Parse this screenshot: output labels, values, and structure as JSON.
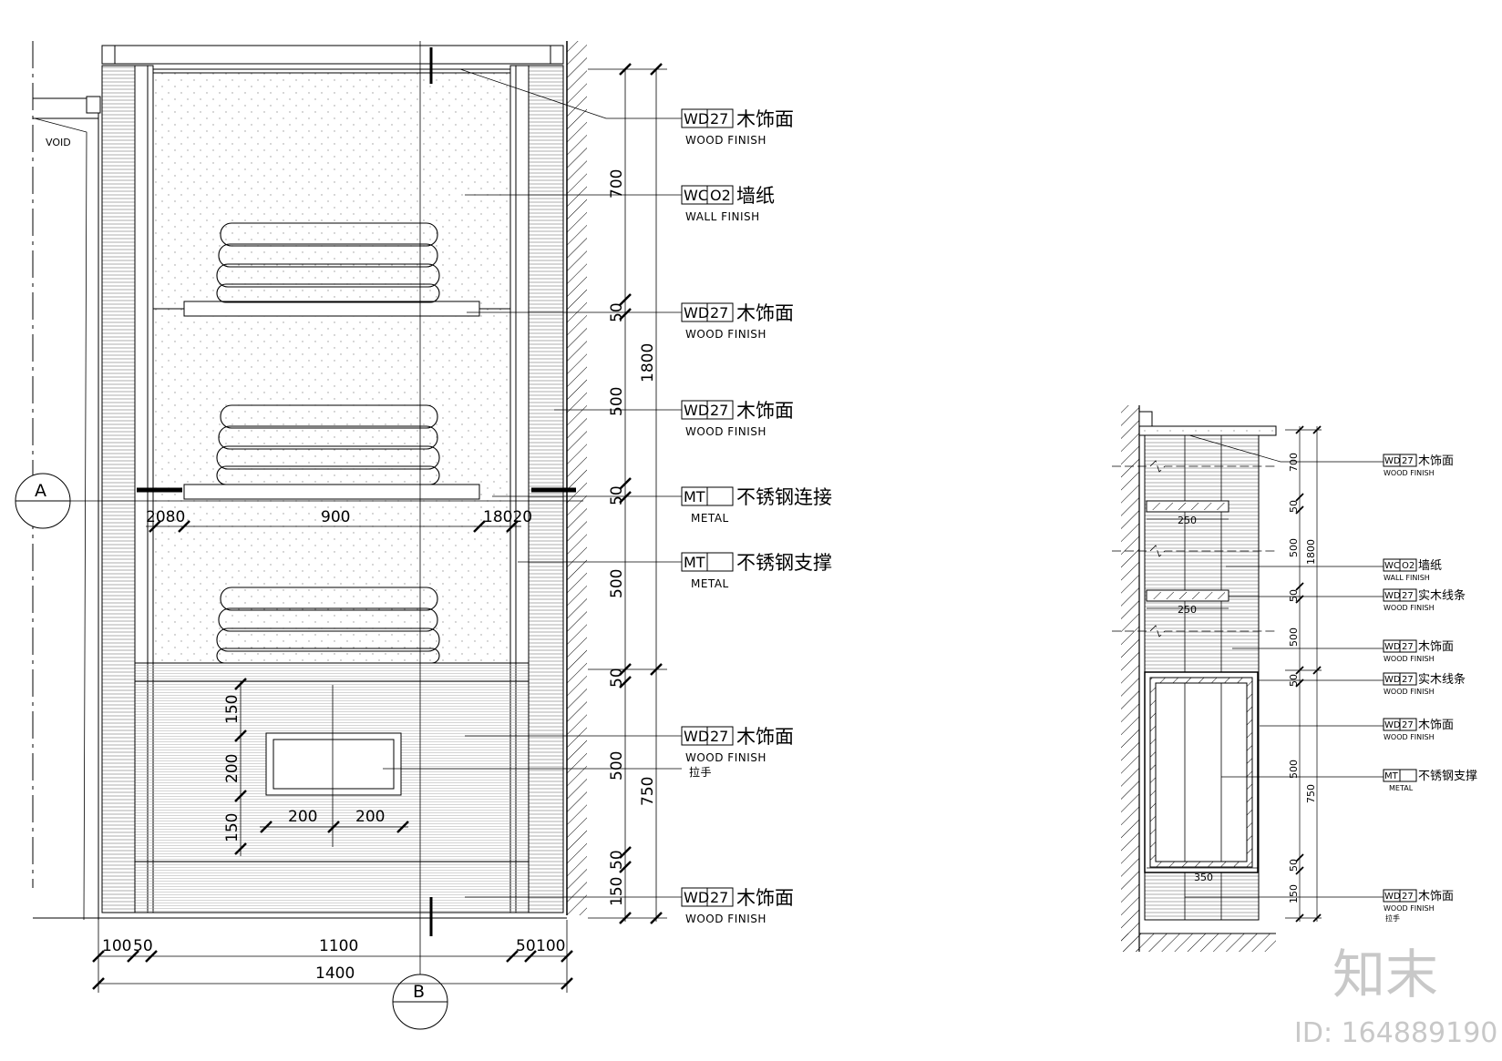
{
  "main_elevation": {
    "void_label": "VOID",
    "section_marks": {
      "a": "A",
      "b": "B"
    },
    "callouts": [
      {
        "code": "WD",
        "num": "27",
        "cn": "木饰面",
        "en": "WOOD FINISH"
      },
      {
        "code": "WC",
        "num": "O2",
        "cn": "墙纸",
        "en": "WALL FINISH"
      },
      {
        "code": "WD",
        "num": "27",
        "cn": "木饰面",
        "en": "WOOD FINISH"
      },
      {
        "code": "WD",
        "num": "27",
        "cn": "木饰面",
        "en": "WOOD FINISH"
      },
      {
        "code": "MT",
        "num": "",
        "cn": "不锈钢连接",
        "en": "METAL"
      },
      {
        "code": "MT",
        "num": "",
        "cn": "不锈钢支撑",
        "en": "METAL"
      },
      {
        "code": "WD",
        "num": "27",
        "cn": "木饰面",
        "en": "WOOD FINISH"
      },
      {
        "code": "WD",
        "num": "27",
        "cn": "木饰面",
        "en": "WOOD FINISH"
      }
    ],
    "handle_label": "拉手",
    "vertical_dims": [
      "700",
      "50",
      "500",
      "50",
      "500",
      "50",
      "500",
      "50",
      "150"
    ],
    "overall_dims": [
      "1800",
      "750"
    ],
    "rail_dims": {
      "left": "2080",
      "mid": "900",
      "right": "18020"
    },
    "drawer_dims": {
      "v1": "150",
      "v2": "200",
      "v3": "150",
      "h1": "200",
      "h2": "200"
    },
    "bottom_dims": {
      "d1": "100",
      "d2": "50",
      "d3": "1100",
      "d4": "50",
      "d5": "100",
      "total": "1400"
    }
  },
  "section": {
    "callouts": [
      {
        "code": "WD",
        "num": "27",
        "cn": "木饰面",
        "en": "WOOD FINISH"
      },
      {
        "code": "WC",
        "num": "O2",
        "cn": "墙纸",
        "en": "WALL FINISH"
      },
      {
        "code": "WD",
        "num": "27",
        "cn": "实木线条",
        "en": "WOOD FINISH"
      },
      {
        "code": "WD",
        "num": "27",
        "cn": "木饰面",
        "en": "WOOD FINISH"
      },
      {
        "code": "WD",
        "num": "27",
        "cn": "实木线条",
        "en": "WOOD FINISH"
      },
      {
        "code": "WD",
        "num": "27",
        "cn": "木饰面",
        "en": "WOOD FINISH"
      },
      {
        "code": "MT",
        "num": "",
        "cn": "不锈钢支撑",
        "en": "METAL"
      },
      {
        "code": "WD",
        "num": "27",
        "cn": "木饰面",
        "en": "WOOD FINISH"
      }
    ],
    "handle_label": "拉手",
    "vertical_dims": [
      "700",
      "50",
      "500",
      "50",
      "500",
      "50",
      "500",
      "50",
      "150"
    ],
    "overall_dims": [
      "1800",
      "750"
    ],
    "depth_dims": [
      "250",
      "250",
      "350"
    ]
  },
  "watermark": {
    "logo": "知末",
    "id": "ID: 164889190"
  }
}
